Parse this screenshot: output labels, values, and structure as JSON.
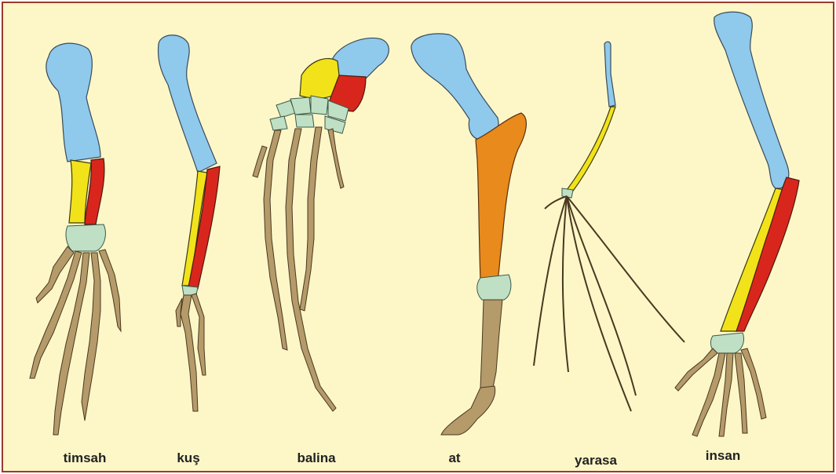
{
  "figure": {
    "colors": {
      "background": "#fdf7c8",
      "border": "#9a3a2e",
      "humerus": "#8fc9ec",
      "radius": "#f2e21a",
      "ulna": "#d9261c",
      "carpals": "#bfe0c4",
      "digits": "#b59a6a",
      "horse_forearm": "#e88a1c"
    },
    "labels": [
      "timsah",
      "kuş",
      "balina",
      "at",
      "yarasa",
      "insan"
    ]
  }
}
